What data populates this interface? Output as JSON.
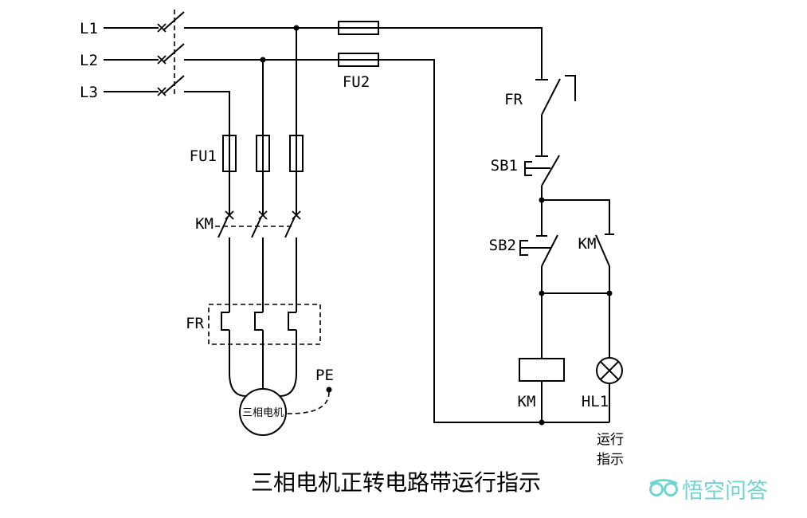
{
  "diagram": {
    "title": "三相电机正转电路带运行指示",
    "power": {
      "l1": "L1",
      "l2": "L2",
      "l3": "L3",
      "fu2": "FU2",
      "fu1": "FU1",
      "km_contacts": "KM",
      "fr_overload": "FR",
      "pe": "PE",
      "motor": "三相电机"
    },
    "control": {
      "fr_contact": "FR",
      "sb1": "SB1",
      "sb2": "SB2",
      "km_aux": "KM",
      "km_coil": "KM",
      "hl1": "HL1",
      "indicator_line1": "运行",
      "indicator_line2": "指示"
    },
    "watermark": "悟空问答",
    "colors": {
      "line": "#000000",
      "background": "#ffffff",
      "watermark": "#62d1c9"
    }
  }
}
